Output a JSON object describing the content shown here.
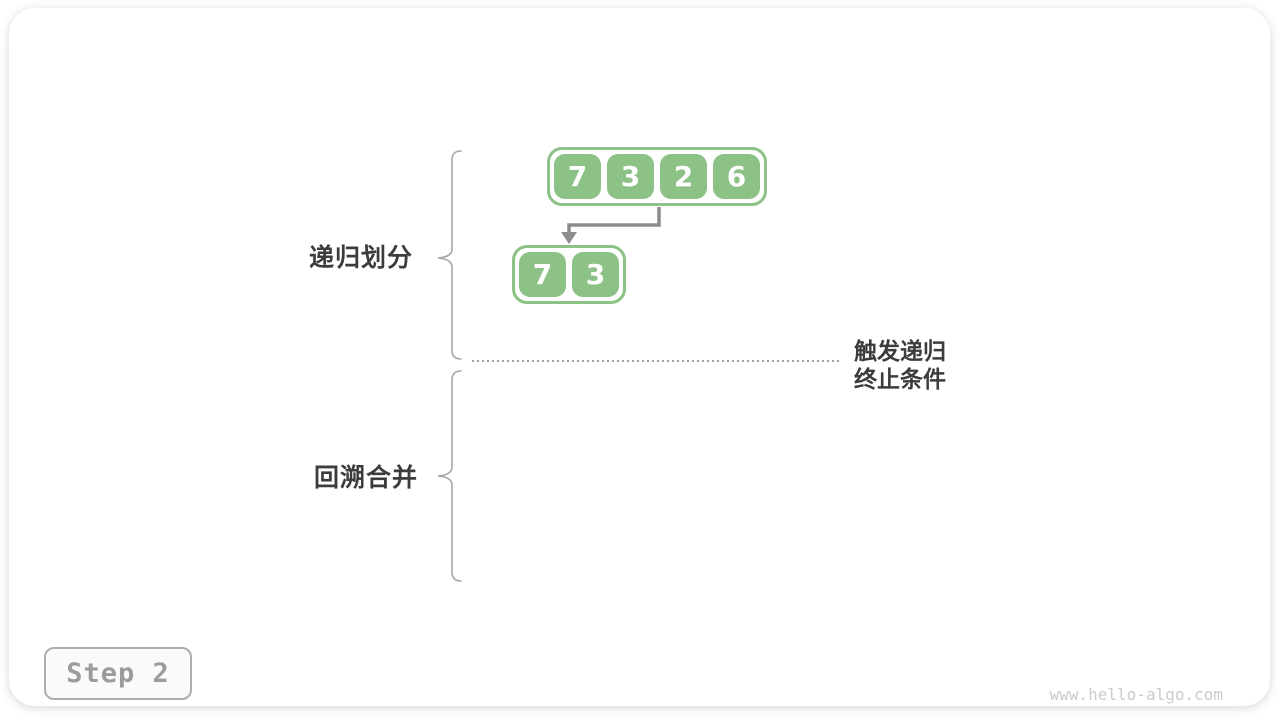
{
  "diagram": {
    "title_context": "merge sort recursion diagram",
    "phases": [
      {
        "label": "递归划分"
      },
      {
        "label": "回溯合并"
      }
    ],
    "arrays": [
      {
        "level": 1,
        "values": [
          "7",
          "3",
          "2",
          "6"
        ]
      },
      {
        "level": 2,
        "values": [
          "7",
          "3"
        ]
      }
    ],
    "recursion_note": {
      "line1": "触发递归",
      "line2": "终止条件"
    }
  },
  "footer": {
    "step_label": "Step 2",
    "watermark": "www.hello-algo.com"
  },
  "colors": {
    "cell_green": "#8CC285",
    "label_dark": "#3C3C3C",
    "arrow_gray": "#8C8C8C",
    "brace_gray": "#A6A6A6",
    "dotted_line_gray": "#A0A0A0",
    "step_text_gray": "#9B9B9B",
    "step_border_gray": "#ADADAD",
    "watermark_gray": "#CBCBCB"
  }
}
